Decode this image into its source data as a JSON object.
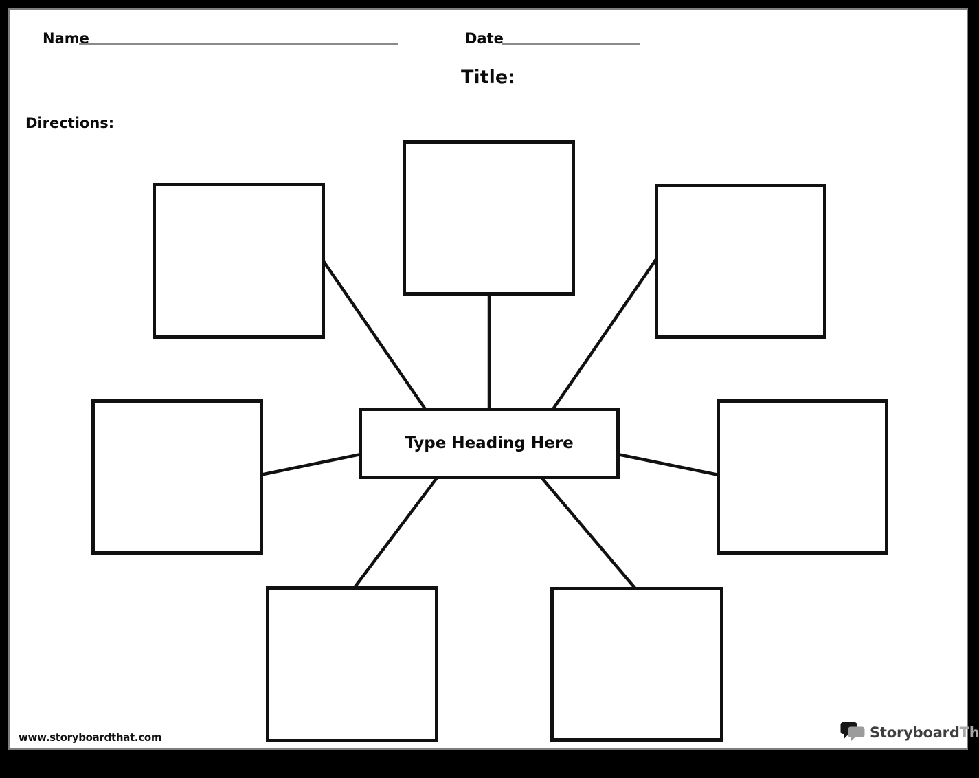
{
  "header": {
    "name_label": "Name",
    "date_label": "Date",
    "title_label": "Title:",
    "directions_label": "Directions:"
  },
  "diagram": {
    "type": "spider-map",
    "center_heading": "Type Heading Here",
    "spoke_boxes": [
      {
        "position": "top-left",
        "content": ""
      },
      {
        "position": "top-center",
        "content": ""
      },
      {
        "position": "top-right",
        "content": ""
      },
      {
        "position": "middle-left",
        "content": ""
      },
      {
        "position": "middle-right",
        "content": ""
      },
      {
        "position": "bottom-left",
        "content": ""
      },
      {
        "position": "bottom-right",
        "content": ""
      }
    ],
    "spoke_count": 7
  },
  "footer": {
    "url": "www.storyboardthat.com",
    "logo_primary": "Storyboard",
    "logo_secondary": "That",
    "logo_icon": "speech-bubbles-icon"
  },
  "colors": {
    "line": "#111111",
    "box_border": "#111111",
    "fill_in_line": "#8a8a8a",
    "page_background": "#ffffff",
    "frame_background": "#000000",
    "page_border": "#7e7e7e",
    "logo_primary_text": "#3e3e3e",
    "logo_secondary_text": "#a8a8a8"
  }
}
